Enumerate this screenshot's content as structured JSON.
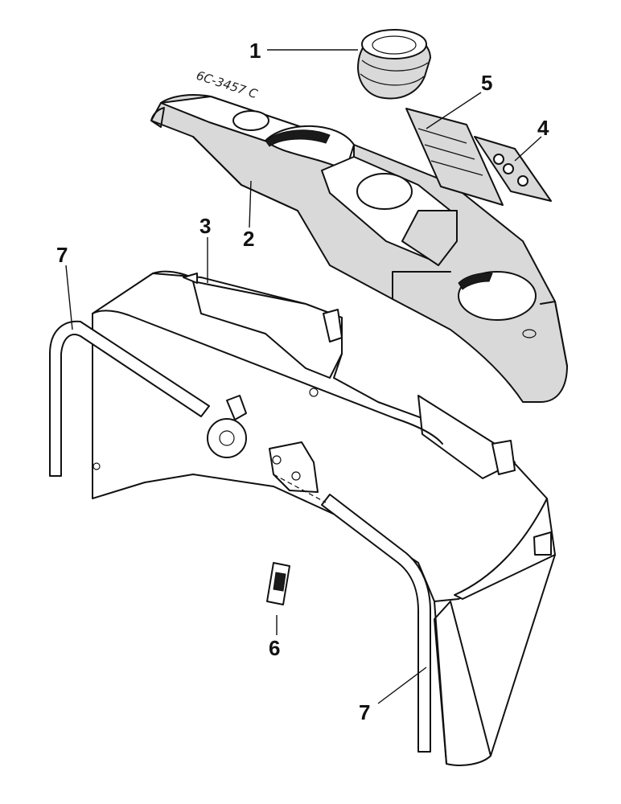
{
  "drawing_ref": "6C-3457 C",
  "callouts": {
    "c1": "1",
    "c2": "2",
    "c3": "3",
    "c4": "4",
    "c5": "5",
    "c6": "6",
    "c7a": "7",
    "c7b": "7"
  }
}
